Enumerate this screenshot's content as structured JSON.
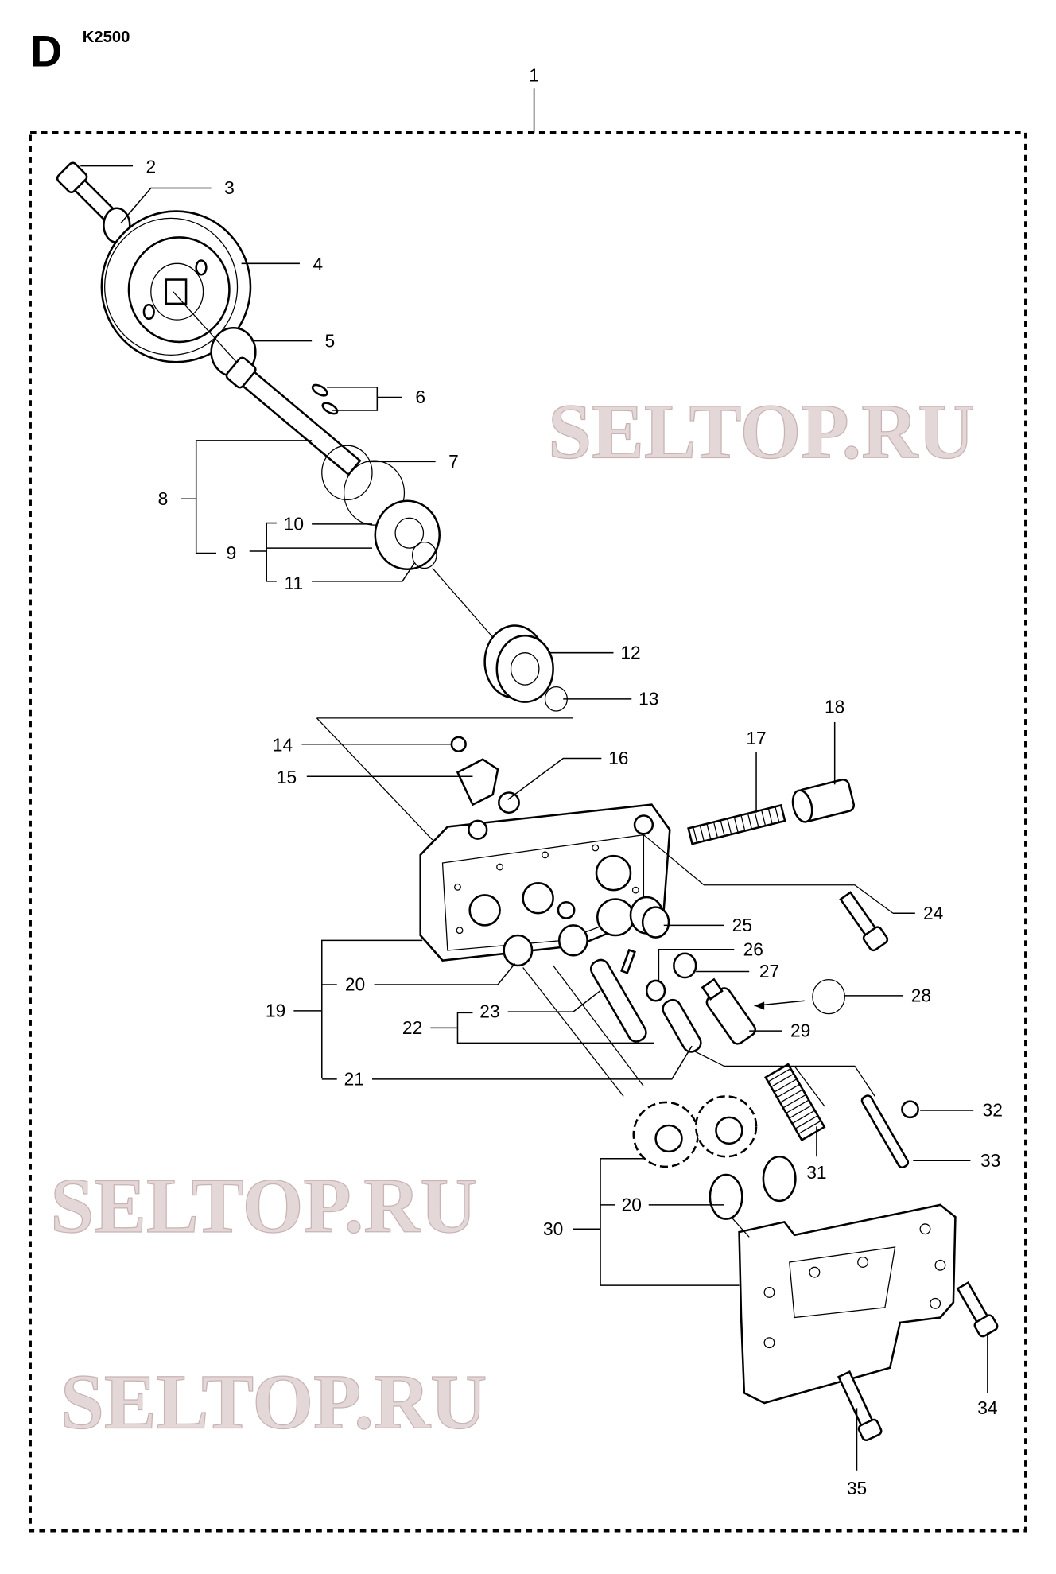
{
  "header": {
    "section_letter": "D",
    "model": "K2500"
  },
  "watermark": "SELTOP.RU",
  "callouts": {
    "c1": "1",
    "c2": "2",
    "c3": "3",
    "c4": "4",
    "c5": "5",
    "c6": "6",
    "c7": "7",
    "c8": "8",
    "c9": "9",
    "c10": "10",
    "c11": "11",
    "c12": "12",
    "c13": "13",
    "c14": "14",
    "c15": "15",
    "c16": "16",
    "c17": "17",
    "c18": "18",
    "c19": "19",
    "c20a": "20",
    "c20b": "20",
    "c21": "21",
    "c22": "22",
    "c23": "23",
    "c24": "24",
    "c25": "25",
    "c26": "26",
    "c27": "27",
    "c28": "28",
    "c29": "29",
    "c30": "30",
    "c31": "31",
    "c32": "32",
    "c33": "33",
    "c34": "34",
    "c35": "35"
  }
}
